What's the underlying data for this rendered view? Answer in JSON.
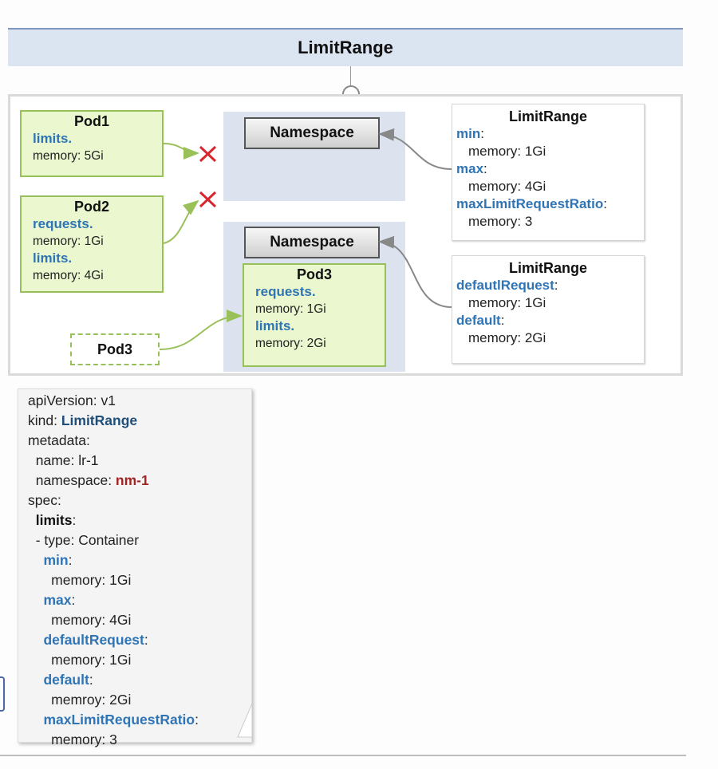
{
  "title": "LimitRange",
  "namespace_label": "Namespace",
  "pod1": {
    "title": "Pod1",
    "k1": "limits",
    "m1": "memory: 5Gi"
  },
  "pod2": {
    "title": "Pod2",
    "k1": "requests",
    "m1": "memory: 1Gi",
    "k2": "limits",
    "m2": "memory: 4Gi"
  },
  "pod3_outside": {
    "title": "Pod3"
  },
  "pod3": {
    "title": "Pod3",
    "k1": "requests",
    "m1": "memory: 1Gi",
    "k2": "limits",
    "m2": "memory: 2Gi"
  },
  "lr1": {
    "title": "LimitRange",
    "k1": "min",
    "v1": "memory: 1Gi",
    "k2": "max",
    "v2": "memory: 4Gi",
    "k3": "maxLimitRequestRatio",
    "v3": "memory: 3"
  },
  "lr2": {
    "title": "LimitRange",
    "k1": "defautlRequest",
    "v1": "memory: 1Gi",
    "k2": "default",
    "v2": "memory: 2Gi"
  },
  "yaml": {
    "apiVersion": "apiVersion: v1",
    "kind_key": "kind: ",
    "kind_val": "LimitRange",
    "metadata": "metadata:",
    "name": "  name: lr-1",
    "namespace_key": "  namespace: ",
    "namespace_val": "nm-1",
    "spec": "spec:",
    "limits": "limits",
    "type": "  - type: Container",
    "min": "min",
    "min_val": "      memory: 1Gi",
    "max": "max",
    "max_val": "      memory: 4Gi",
    "defaultRequest": "defaultRequest",
    "dr_val": "      memory: 1Gi",
    "default": "default",
    "d_val": "      memroy: 2Gi",
    "ratio": "maxLimitRequestRatio",
    "ratio_val": "      memory: 3"
  },
  "colors": {
    "accent_blue": "#2f75b5",
    "red_x": "#d8262e",
    "pod_green": "#eaf7cf"
  }
}
